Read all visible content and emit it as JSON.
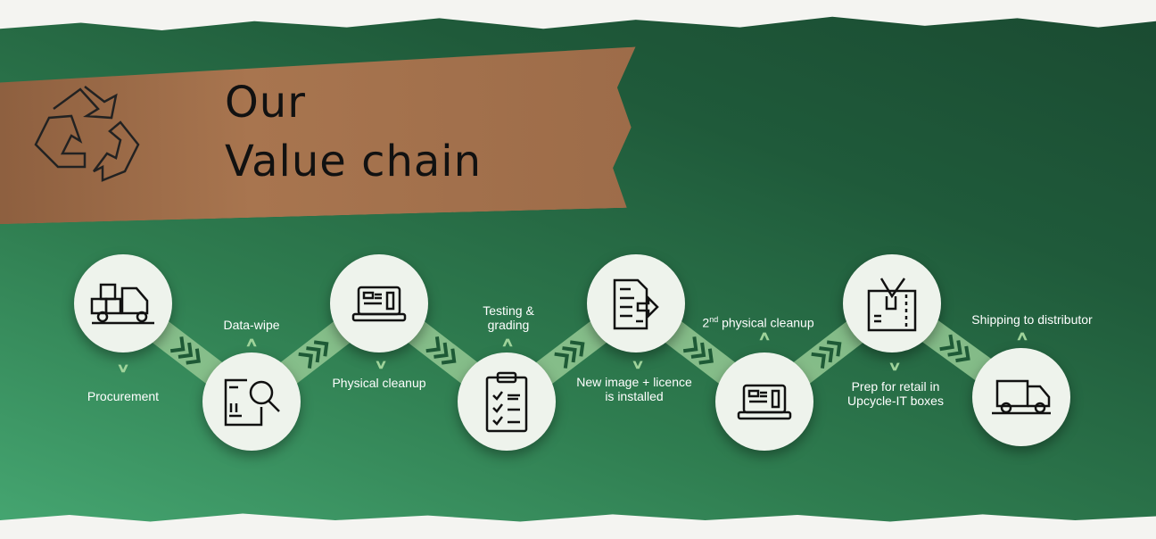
{
  "title": {
    "line1": "Our",
    "line2": "Value chain"
  },
  "steps": [
    {
      "label": "Procurement",
      "icon": "truck-with-boxes-icon"
    },
    {
      "label": "Data-wipe",
      "icon": "document-search-icon"
    },
    {
      "label": "Physical cleanup",
      "icon": "laptop-icon"
    },
    {
      "label1": "Testing &",
      "label2": "grading",
      "icon": "clipboard-checklist-icon"
    },
    {
      "label1": "New image + licence",
      "label2": "is installed",
      "icon": "document-export-icon"
    },
    {
      "sup": "nd",
      "num": "2",
      "label": " physical cleanup",
      "icon": "laptop-icon"
    },
    {
      "label1": "Prep for retail in",
      "label2": "Upcycle-IT boxes",
      "icon": "box-check-icon"
    },
    {
      "label": "Shipping to distributor",
      "icon": "truck-icon"
    }
  ],
  "colors": {
    "accent": "#9fd39a",
    "tape": "#9d6c49"
  }
}
